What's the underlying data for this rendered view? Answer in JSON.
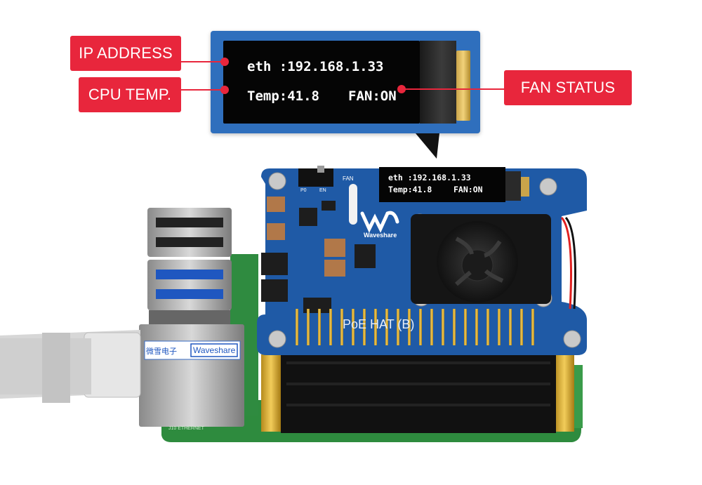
{
  "callouts": {
    "ip_address": "IP ADDRESS",
    "cpu_temp": "CPU TEMP.",
    "fan_status": "FAN STATUS"
  },
  "oled": {
    "line1": "eth :192.168.1.33",
    "line2_temp": "Temp:41.8",
    "line2_fan": "FAN:ON"
  },
  "board": {
    "switch_label": "FAN",
    "switch_pos_left": "P0",
    "switch_pos_right": "EN",
    "logo_text": "Waveshare",
    "hat_name": "PoE HAT (B)",
    "rj45_sticker_cn": "微雪电子",
    "rj45_sticker_en": "Waveshare",
    "silk_ethernet": "J10 ETHERNET"
  },
  "colors": {
    "callout_red": "#e8263c",
    "hat_blue": "#1f5aa6",
    "pi_green": "#2e8b3e",
    "header_black": "#111111"
  }
}
